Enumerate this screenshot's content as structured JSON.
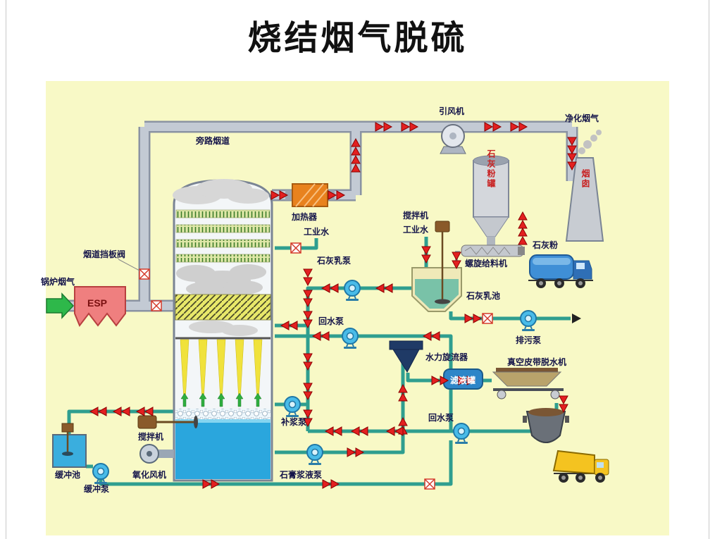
{
  "title": "烧结烟气脱硫",
  "colors": {
    "diagram_background": "#f8f9c6",
    "duct_gray": "#c3cad4",
    "pipe_teal": "#2f9e8f",
    "arrow_red": "#e32020",
    "pool_blue": "#2aa6dd",
    "pump_cyan": "#49bbe8",
    "heater_orange": "#e8821e",
    "esp_pink": "#ef7f7f"
  },
  "labels": {
    "bypass_flue": "旁路烟道",
    "id_fan": "引风机",
    "clean_gas": "净化烟气",
    "heater": "加热器",
    "industrial_water_tower": "工业水",
    "flue_damper": "烟道挡板阀",
    "boiler_gas": "锅炉烟气",
    "esp": "ESP",
    "mixer_lime": "搅拌机",
    "industrial_water_lime": "工业水",
    "lime_powder_tank": "石灰粉罐",
    "screw_feeder": "螺旋给料机",
    "lime_milk_pool": "石灰乳池",
    "lime_powder": "石灰粉",
    "chimney": "烟囱",
    "lime_milk_pump": "石灰乳泵",
    "return_pump_upper": "回水泵",
    "drain_pump": "排污泵",
    "hydrocyclone": "水力旋流器",
    "filtrate_tank": "滤液罐",
    "vacuum_belt": "真空皮带脱水机",
    "makeup_pump": "补浆泵",
    "return_pump_lower": "回水泵",
    "agitator_tower": "搅拌机",
    "oxidation_fan": "氧化风机",
    "buffer_pool": "缓冲池",
    "buffer_pump": "缓冲泵",
    "gypsum_pump": "石膏浆液泵"
  }
}
